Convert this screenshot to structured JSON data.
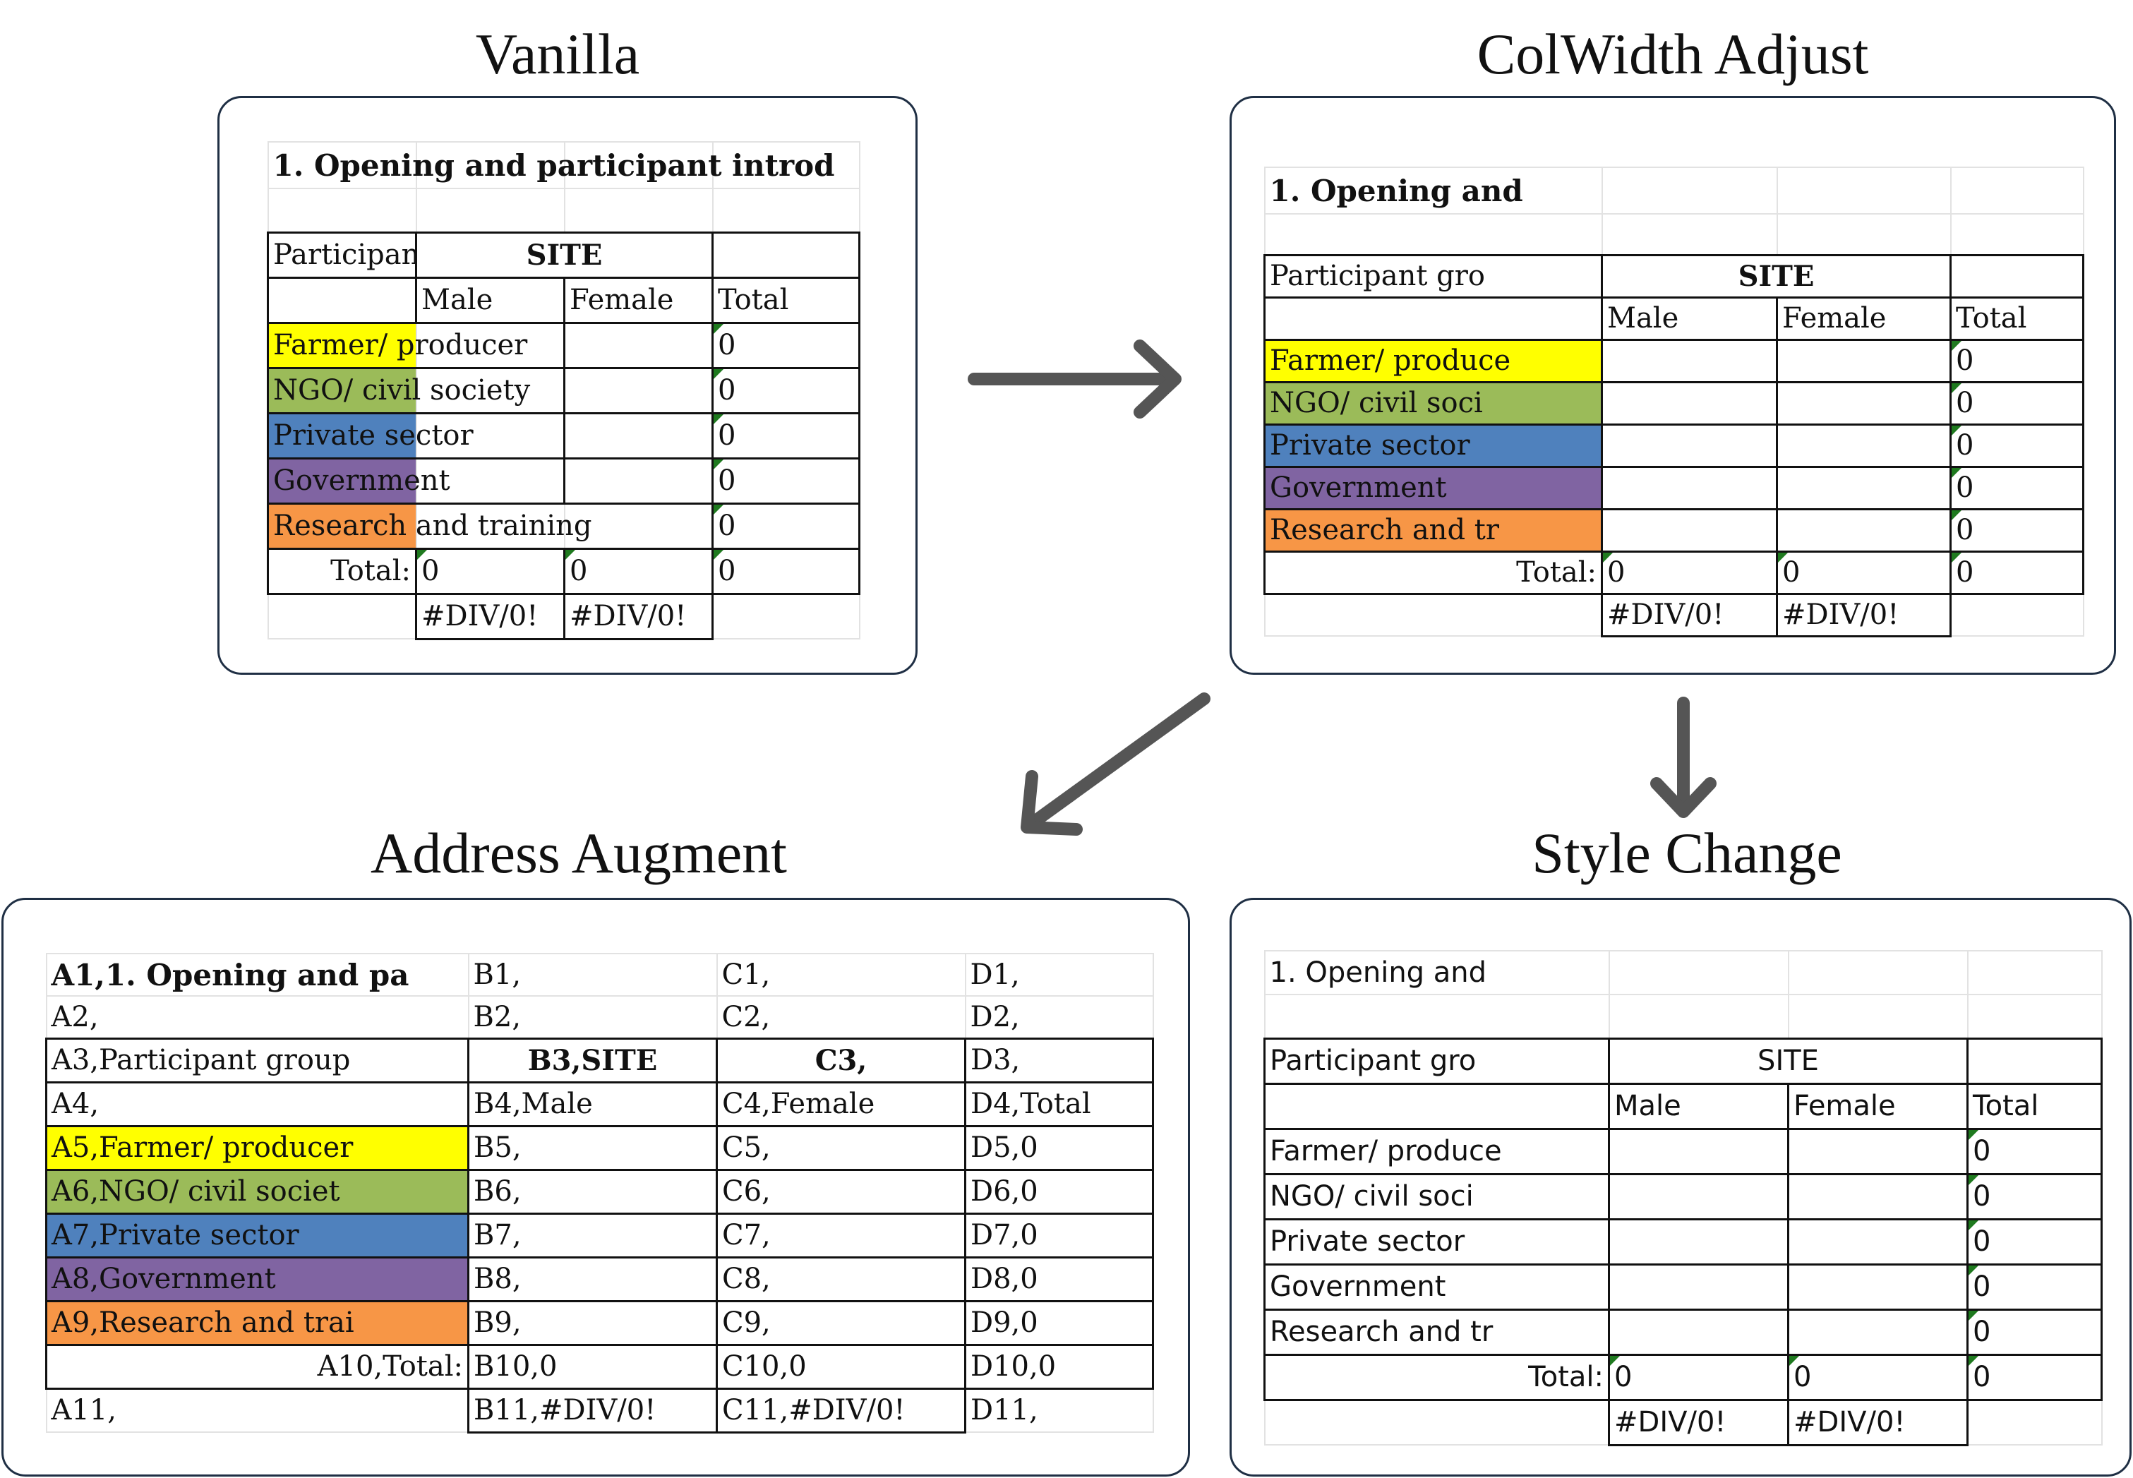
{
  "titles": {
    "vanilla": "Vanilla",
    "colwidth": "ColWidth Adjust",
    "address": "Address Augment",
    "style": "Style Change"
  },
  "colors": {
    "yellow": "#ffff00",
    "green": "#9bbb59",
    "blue": "#4f81bd",
    "purple": "#8064a2",
    "orange": "#f79646"
  },
  "vanilla": {
    "heading": "1. Opening and participant introd",
    "participant": "Participan",
    "site": "SITE",
    "male": "Male",
    "female": "Female",
    "total": "Total",
    "rows": [
      "Farmer/ producer",
      "NGO/ civil society",
      "Private sector",
      "Government",
      "Research and training"
    ],
    "zero": "0",
    "total_label": "Total:",
    "div": "#DIV/0!"
  },
  "colwidth": {
    "heading": "1. Opening and",
    "participant": "Participant gro",
    "site": "SITE",
    "male": "Male",
    "female": "Female",
    "total": "Total",
    "rows": [
      "Farmer/ produce",
      "NGO/ civil soci",
      "Private sector",
      "Government",
      "Research and tr"
    ],
    "zero": "0",
    "total_label": "Total:",
    "div": "#DIV/0!"
  },
  "address": {
    "grid": [
      [
        "A1,1. Opening and pa",
        "B1,",
        "C1,",
        "D1,"
      ],
      [
        "A2,",
        "B2,",
        "C2,",
        "D2,"
      ],
      [
        "A3,Participant group",
        "B3,SITE",
        "C3,",
        "D3,"
      ],
      [
        "A4,",
        "B4,Male",
        "C4,Female",
        "D4,Total"
      ],
      [
        "A5,Farmer/ producer",
        "B5,",
        "C5,",
        "D5,0"
      ],
      [
        "A6,NGO/ civil societ",
        "B6,",
        "C6,",
        "D6,0"
      ],
      [
        "A7,Private sector",
        "B7,",
        "C7,",
        "D7,0"
      ],
      [
        "A8,Government",
        "B8,",
        "C8,",
        "D8,0"
      ],
      [
        "A9,Research and trai",
        "B9,",
        "C9,",
        "D9,0"
      ],
      [
        "A10,Total:",
        "B10,0",
        "C10,0",
        "D10,0"
      ],
      [
        "A11,",
        "B11,#DIV/0!",
        "C11,#DIV/0!",
        "D11,"
      ]
    ]
  },
  "style": {
    "heading": "1. Opening and",
    "participant": "Participant gro",
    "site": "SITE",
    "male": "Male",
    "female": "Female",
    "total": "Total",
    "rows": [
      "Farmer/ produce",
      "NGO/ civil soci",
      "Private sector",
      "Government",
      "Research and tr"
    ],
    "zero": "0",
    "total_label": "Total:",
    "div": "#DIV/0!"
  }
}
